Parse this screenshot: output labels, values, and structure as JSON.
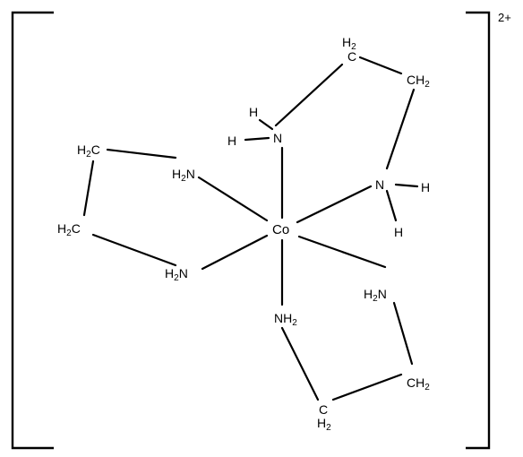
{
  "diagram": {
    "metal": "Co",
    "charge": "2+",
    "atoms": {
      "top_c": {
        "main": "H",
        "sub": "2",
        "tail": "C"
      },
      "top_ch2": {
        "main": "CH",
        "sub": "2",
        "tail": ""
      },
      "top_h1": "H",
      "top_h2": "H",
      "top_n": "N",
      "right_n": "N",
      "right_h1": "H",
      "right_h2": "H",
      "left_c1": {
        "main": "H",
        "sub": "2",
        "tail": "C"
      },
      "left_c2": {
        "main": "H",
        "sub": "2",
        "tail": "C"
      },
      "left_n1": {
        "main": "H",
        "sub": "2",
        "tail": "N"
      },
      "left_n2": {
        "main": "H",
        "sub": "2",
        "tail": "N"
      },
      "bottom_n": {
        "main": "NH",
        "sub": "2",
        "tail": ""
      },
      "bottom_c": {
        "main": "C",
        "sub": "",
        "tail": ""
      },
      "bottom_h2": {
        "main": "H",
        "sub": "2",
        "tail": ""
      },
      "right_n2": {
        "main": "H",
        "sub": "2",
        "tail": "N"
      },
      "bottom_ch2": {
        "main": "CH",
        "sub": "2",
        "tail": ""
      }
    }
  }
}
